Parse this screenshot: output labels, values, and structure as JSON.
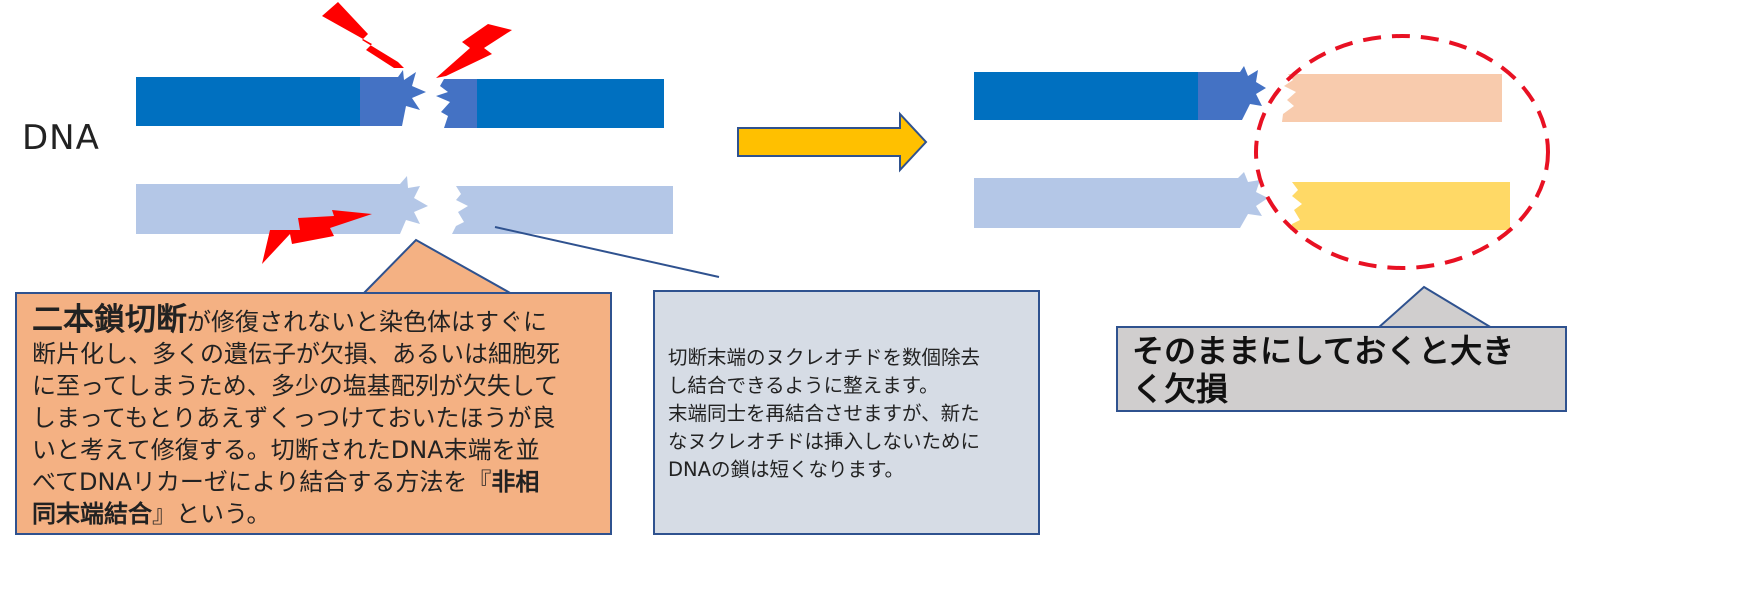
{
  "dna_label": "DNA",
  "left_box": {
    "title": "二本鎖切断",
    "lines": [
      "が修復されないと染色体はすぐに",
      "断片化し、多くの遺伝子が欠損、あるいは細胞死",
      "に至ってしまうため、多少の塩基配列が欠失して",
      "しまってもとりあえずくっつけておいたほうが良",
      "いと考えて修復する。切断されたDNA末端を並",
      "べてDNAリカーゼにより結合する方法を『",
      "非相",
      "同末端結合",
      "』という。"
    ]
  },
  "middle_box": {
    "lines": [
      "切断末端のヌクレオチドを数個除去",
      "し結合できるように整えます。",
      "末端同士を再結合させますが、新た",
      "なヌクレオチドは挿入しないために",
      "DNAの鎖は短くなります。"
    ]
  },
  "right_box": {
    "lines": [
      "そのままにしておくと大き",
      "く欠損"
    ]
  },
  "colors": {
    "strand_dark": "#0070c0",
    "strand_end": "#4472c4",
    "strand_light": "#b4c7e7",
    "lightning": "#ff0000",
    "arrow": "#ffc000",
    "peach": "#f8cbad",
    "yellow": "#ffd966",
    "dashed_circle": "#e81123"
  }
}
